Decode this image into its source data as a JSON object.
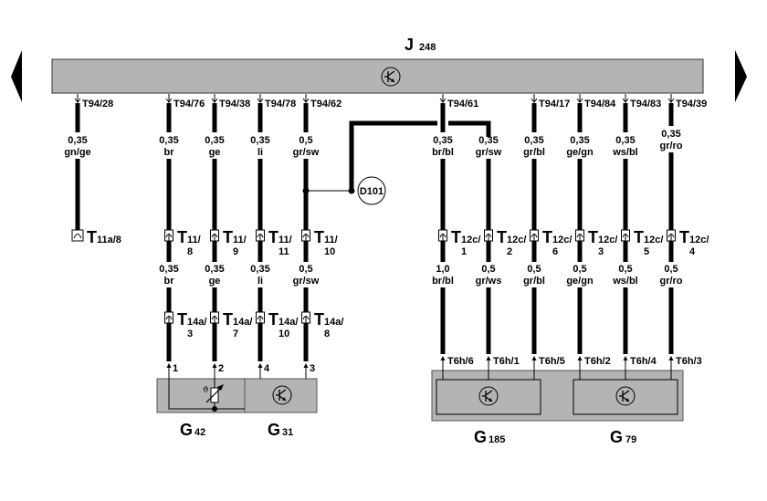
{
  "diagram": {
    "control_unit": {
      "name": "J",
      "number": "248",
      "icon": "transistor-icon"
    },
    "nav": {
      "prev": "previous-page-arrow",
      "next": "next-page-arrow"
    },
    "wires": [
      {
        "id": "w1",
        "pin": "T94/28",
        "top_gauge": "0,35",
        "top_color": "gn/ge",
        "end_connector": {
          "name": "T",
          "sub": "11a/8",
          "pin": ""
        }
      },
      {
        "id": "w2",
        "pin": "T94/76",
        "top_gauge": "0,35",
        "top_color": "br",
        "mid_connector": {
          "name": "T",
          "sub": "11/",
          "pin": "8"
        },
        "mid_gauge": "0,35",
        "mid_color": "br",
        "low_connector": {
          "name": "T",
          "sub": "14a/",
          "pin": "3"
        },
        "component_pin": "1"
      },
      {
        "id": "w3",
        "pin": "T94/38",
        "top_gauge": "0,35",
        "top_color": "ge",
        "mid_connector": {
          "name": "T",
          "sub": "11/",
          "pin": "9"
        },
        "mid_gauge": "0,35",
        "mid_color": "ge",
        "low_connector": {
          "name": "T",
          "sub": "14a/",
          "pin": "7"
        },
        "component_pin": "2"
      },
      {
        "id": "w4",
        "pin": "T94/78",
        "top_gauge": "0,35",
        "top_color": "li",
        "mid_connector": {
          "name": "T",
          "sub": "11/",
          "pin": "11"
        },
        "mid_gauge": "0,35",
        "mid_color": "li",
        "low_connector": {
          "name": "T",
          "sub": "14a/",
          "pin": "10"
        },
        "component_pin": "4"
      },
      {
        "id": "w5",
        "pin": "T94/62",
        "top_gauge": "0,5",
        "top_color": "gr/sw",
        "mid_connector": {
          "name": "T",
          "sub": "11/",
          "pin": "10"
        },
        "mid_gauge": "0,5",
        "mid_color": "gr/sw",
        "low_connector": {
          "name": "T",
          "sub": "14a/",
          "pin": "8"
        },
        "component_pin": "3"
      },
      {
        "id": "w6",
        "pin": "T94/61",
        "top_gauge": "0,35",
        "top_color": "br/bl",
        "mid_connector": {
          "name": "T",
          "sub": "12c/",
          "pin": "1"
        },
        "mid_gauge": "1,0",
        "mid_color": "br/bl",
        "component_pin": "T6h/6"
      },
      {
        "id": "w7",
        "pin": "",
        "top_gauge": "0,35",
        "top_color": "gr/sw",
        "mid_connector": {
          "name": "T",
          "sub": "12c/",
          "pin": "2"
        },
        "mid_gauge": "0,5",
        "mid_color": "gr/ws",
        "component_pin": "T6h/1"
      },
      {
        "id": "w8",
        "pin": "T94/17",
        "top_gauge": "0,35",
        "top_color": "gr/bl",
        "mid_connector": {
          "name": "T",
          "sub": "12c/",
          "pin": "6"
        },
        "mid_gauge": "0,5",
        "mid_color": "gr/bl",
        "component_pin": "T6h/5"
      },
      {
        "id": "w9",
        "pin": "T94/84",
        "top_gauge": "0,35",
        "top_color": "ge/gn",
        "mid_connector": {
          "name": "T",
          "sub": "12c/",
          "pin": "3"
        },
        "mid_gauge": "0,5",
        "mid_color": "ge/gn",
        "component_pin": "T6h/2"
      },
      {
        "id": "w10",
        "pin": "T94/83",
        "top_gauge": "0,35",
        "top_color": "ws/bl",
        "mid_connector": {
          "name": "T",
          "sub": "12c/",
          "pin": "5"
        },
        "mid_gauge": "0,5",
        "mid_color": "ws/bl",
        "component_pin": "T6h/4"
      },
      {
        "id": "w11",
        "pin": "T94/39",
        "top_gauge": "0,35",
        "top_color": "gr/ro",
        "mid_connector": {
          "name": "T",
          "sub": "12c/",
          "pin": "4"
        },
        "mid_gauge": "0,5",
        "mid_color": "gr/ro",
        "component_pin": "T6h/3"
      }
    ],
    "splice": {
      "label": "D101"
    },
    "components": [
      {
        "name": "G",
        "number": "42",
        "icon": "temperature-sensor-icon"
      },
      {
        "name": "G",
        "number": "31",
        "icon": "transistor-icon"
      },
      {
        "name": "G",
        "number": "185",
        "icon": "transistor-icon"
      },
      {
        "name": "G",
        "number": "79",
        "icon": "transistor-icon"
      }
    ],
    "colors": {
      "component_fill": "#b4b4b4",
      "wire": "#000000",
      "background": "#ffffff"
    }
  }
}
